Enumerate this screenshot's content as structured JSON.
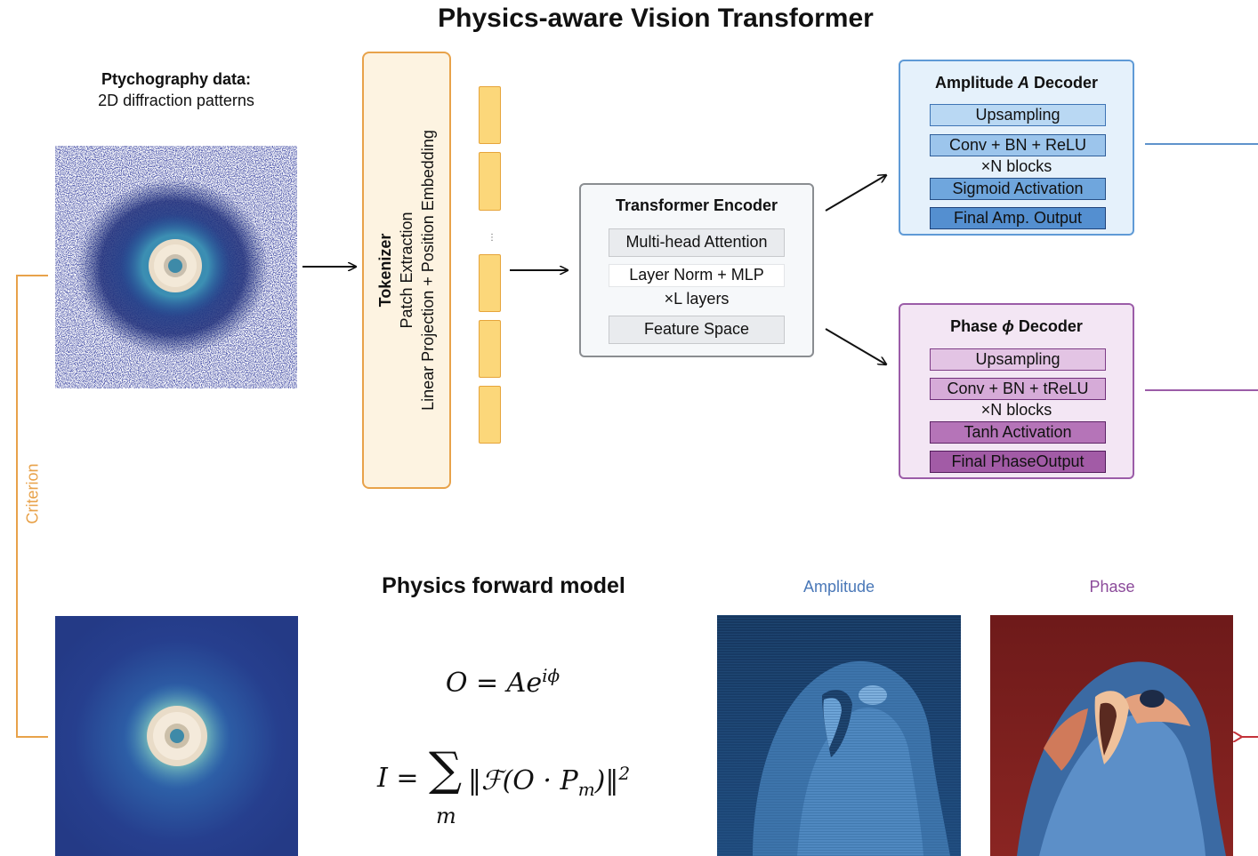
{
  "title": "Physics-aware Vision Transformer",
  "input": {
    "heading": "Ptychography data:",
    "subheading": "2D diffraction patterns"
  },
  "tokenizer": {
    "title": "Tokenizer",
    "line1": "Patch Extraction",
    "line2": "Linear Projection + Position Embedding"
  },
  "tokens": {
    "ellipsis": "⋮"
  },
  "encoder": {
    "title": "Transformer Encoder",
    "attention": "Multi-head Attention",
    "norm_mlp": "Layer Norm + MLP",
    "layers": "×L layers",
    "feature": "Feature Space"
  },
  "amp_decoder": {
    "title_pre": "Amplitude ",
    "title_sym": "A",
    "title_post": " Decoder",
    "upsampling": "Upsampling",
    "conv": "Conv + BN + ReLU",
    "blocks": "×N blocks",
    "activation": "Sigmoid Activation",
    "output": "Final Amp. Output"
  },
  "phase_decoder": {
    "title_pre": "Phase ",
    "title_sym": "ϕ",
    "title_post": " Decoder",
    "upsampling": "Upsampling",
    "conv": "Conv + BN + tReLU",
    "blocks": "×N blocks",
    "activation": "Tanh Activation",
    "output": "Final PhaseOutput"
  },
  "forward_model": {
    "title": "Physics forward model",
    "eq1": "O = Ae",
    "eq1_sup": "iϕ",
    "eq2_lhs": "I =",
    "eq2_sum": "∑",
    "eq2_sub": "m",
    "eq2_body": "‖ℱ(O · P",
    "eq2_pm": "m",
    "eq2_close": ")‖",
    "eq2_sup": "2"
  },
  "outputs": {
    "amplitude_label": "Amplitude",
    "phase_label": "Phase"
  },
  "criterion": "Criterion",
  "colors": {
    "orange": "#e8a24a",
    "amp_blue": "#4a78b8",
    "phase_purple": "#8b4a9a",
    "arrow_red": "#c4323a"
  }
}
